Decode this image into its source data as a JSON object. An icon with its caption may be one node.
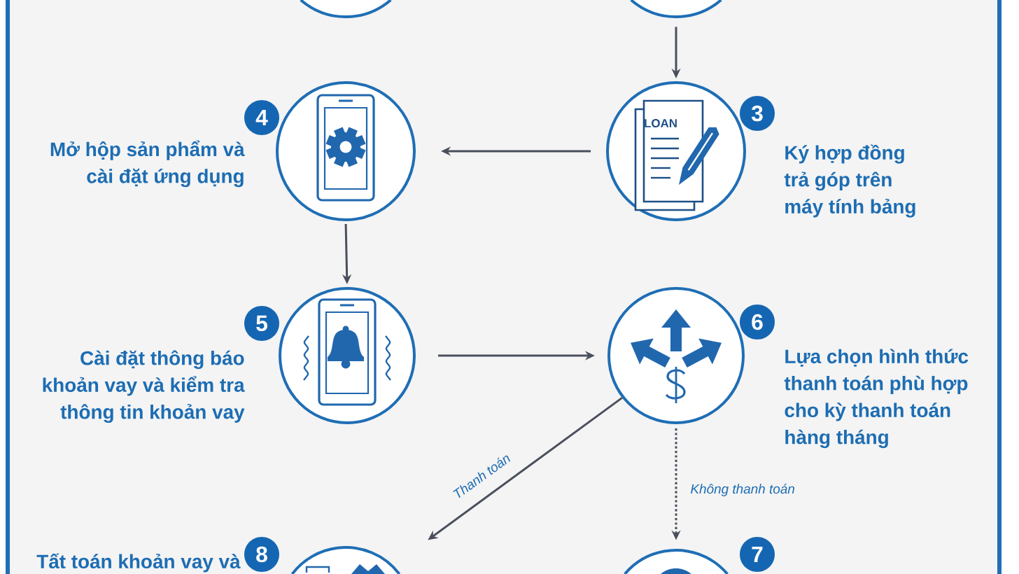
{
  "diagram": {
    "nodes": [
      {
        "text": [],
        "shape": "circle"
      },
      {
        "text": [],
        "shape": "circle"
      },
      {
        "text": [],
        "shape": "circle",
        "beside": [
          "4",
          "Mở hộp sản phẩm và cài đặt ứng dụng"
        ]
      },
      {
        "text": [],
        "shape": "circle",
        "beside": [
          "3",
          "Ký hợp đồng trả góp trên máy tính bảng"
        ]
      },
      {
        "text": [],
        "shape": "circle",
        "beside": [
          "5",
          "Cài đặt thông báo khoản vay và kiểm tra thông tin khoản vay"
        ]
      },
      {
        "text": [],
        "shape": "circle",
        "beside": [
          "6",
          "Lựa chọn hình thức thanh toán phù hợp cho kỳ thanh toán hàng tháng"
        ]
      },
      {
        "text": [],
        "shape": "circle",
        "beside": [
          "8",
          "Tất toán khoản vay và"
        ]
      },
      {
        "text": [],
        "shape": "circle",
        "beside": [
          "7"
        ]
      }
    ],
    "edges": [
      {
        "from": 1,
        "to": 3,
        "arrow": "to"
      },
      {
        "from": 3,
        "to": 2,
        "arrow": "to"
      },
      {
        "from": 2,
        "to": 4,
        "arrow": "to"
      },
      {
        "from": 4,
        "to": 5,
        "arrow": "to"
      },
      {
        "from": 5,
        "to": 6,
        "arrow": "to",
        "label": "Thanh toán"
      },
      {
        "from": 5,
        "to": 7,
        "arrow": "to",
        "label": "Không thanh toán",
        "style": "dashed"
      }
    ],
    "labels": [
      "LOAN"
    ]
  }
}
